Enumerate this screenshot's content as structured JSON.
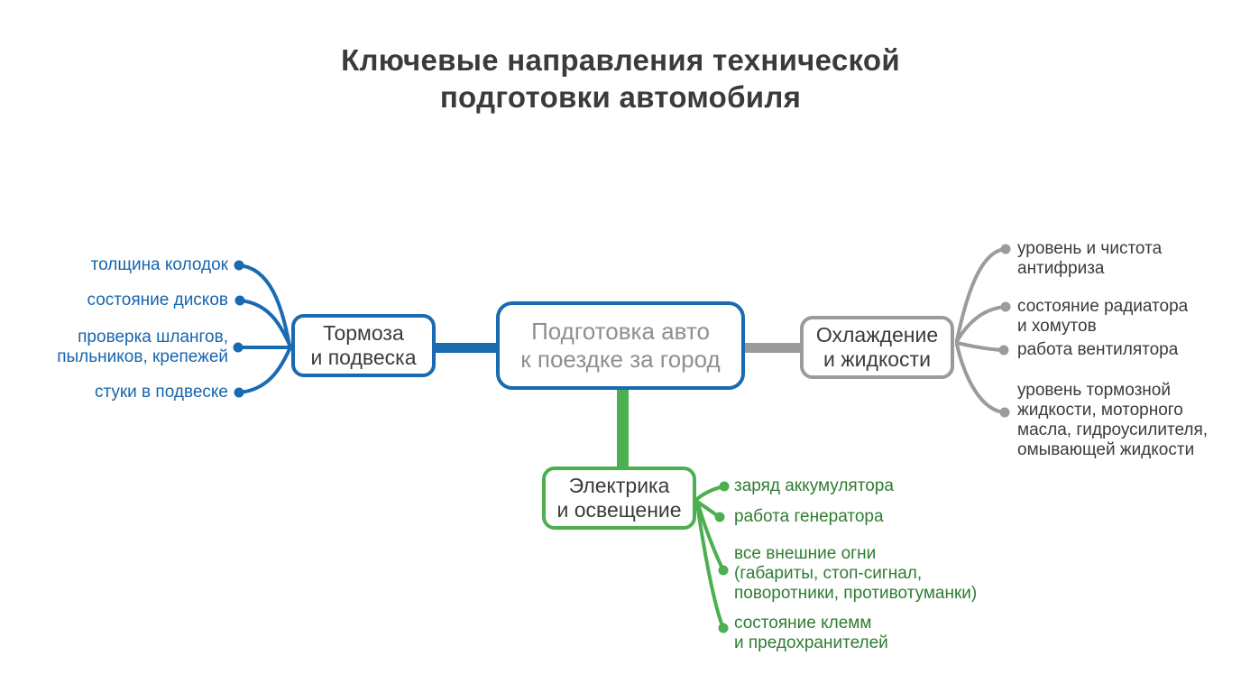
{
  "title": {
    "lines": [
      "Ключевые направления технической",
      "подготовки автомобиля"
    ]
  },
  "colors": {
    "background": "#ffffff",
    "blue": "#1a6ab2",
    "blue_text": "#1765ae",
    "gray": "#9b9b9b",
    "green": "#4caf50",
    "green_text": "#2e7d32",
    "dark_text": "#3b3b3b",
    "center_text": "#8f8f8f"
  },
  "center_node": {
    "label": [
      "Подготовка авто",
      "к поездке за город"
    ]
  },
  "branches": {
    "brakes": {
      "node_label": [
        "Тормоза",
        "и подвеска"
      ],
      "items": [
        [
          "толщина колодок"
        ],
        [
          "состояние дисков"
        ],
        [
          "проверка шлангов,",
          "пыльников, крепежей"
        ],
        [
          "стуки в подвеске"
        ]
      ]
    },
    "cooling": {
      "node_label": [
        "Охлаждение",
        "и жидкости"
      ],
      "items": [
        [
          "уровень и чистота",
          "антифриза"
        ],
        [
          "состояние радиатора",
          "и хомутов"
        ],
        [
          "работа вентилятора"
        ],
        [
          "уровень тормозной",
          "жидкости, моторного",
          "масла, гидроусилителя,",
          "омывающей жидкости"
        ]
      ]
    },
    "electrics": {
      "node_label": [
        "Электрика",
        "и освещение"
      ],
      "items": [
        [
          "заряд аккумулятора"
        ],
        [
          "работа генератора"
        ],
        [
          "все внешние огни",
          "(габариты, стоп-сигнал,",
          "поворотники, противотуманки)"
        ],
        [
          "состояние клемм",
          "и предохранителей"
        ]
      ]
    }
  }
}
